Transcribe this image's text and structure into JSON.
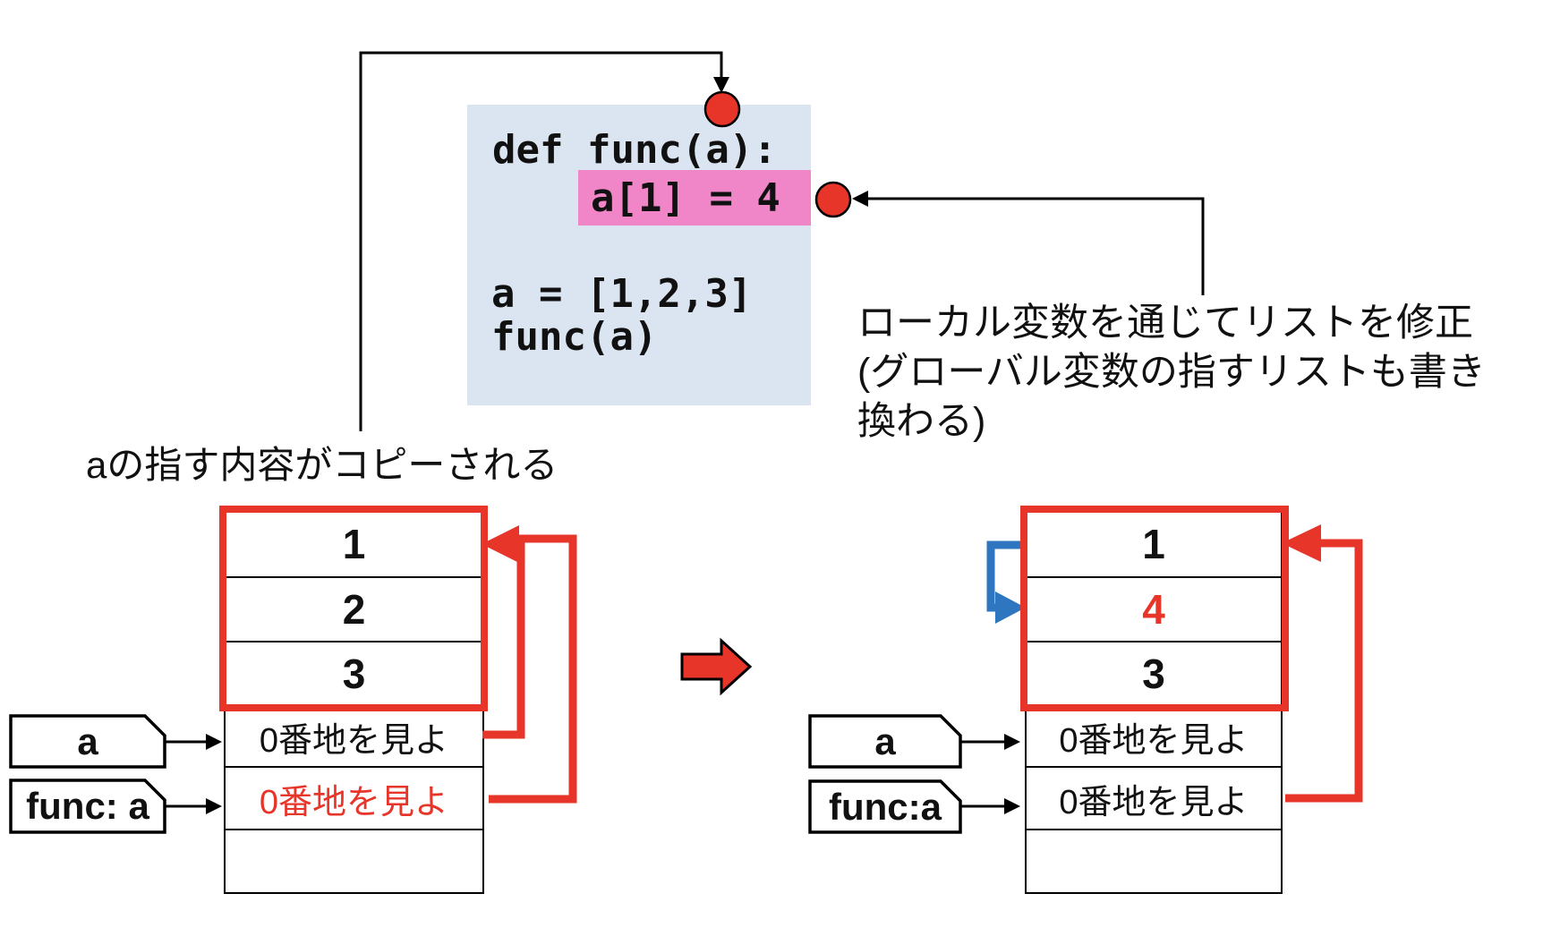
{
  "code": {
    "line1": "def func(a):",
    "line2": "a[1] = 4",
    "line3": "a = [1,2,3]",
    "line4": "func(a)"
  },
  "annotations": {
    "copy_note": "aの指す内容がコピーされる",
    "modify_note_line1": "ローカル変数を通じてリストを修正",
    "modify_note_line2": "(グローバル変数の指すリストも書き",
    "modify_note_line3": "換わる)"
  },
  "left_memory": {
    "list_cells": [
      "1",
      "2",
      "3"
    ],
    "pointer_cells": [
      "0番地を見よ",
      "0番地を見よ",
      ""
    ],
    "labels": {
      "a": "a",
      "func": "func: a"
    }
  },
  "right_memory": {
    "list_cells": [
      "1",
      "4",
      "3"
    ],
    "pointer_cells": [
      "0番地を見よ",
      "0番地を見よ",
      ""
    ],
    "labels": {
      "a": "a",
      "func": "func:a"
    }
  },
  "colors": {
    "red": "#e8352a",
    "blue": "#2f76c0",
    "code_background": "#dbe5f1",
    "highlight_pink": "#f085c8"
  }
}
